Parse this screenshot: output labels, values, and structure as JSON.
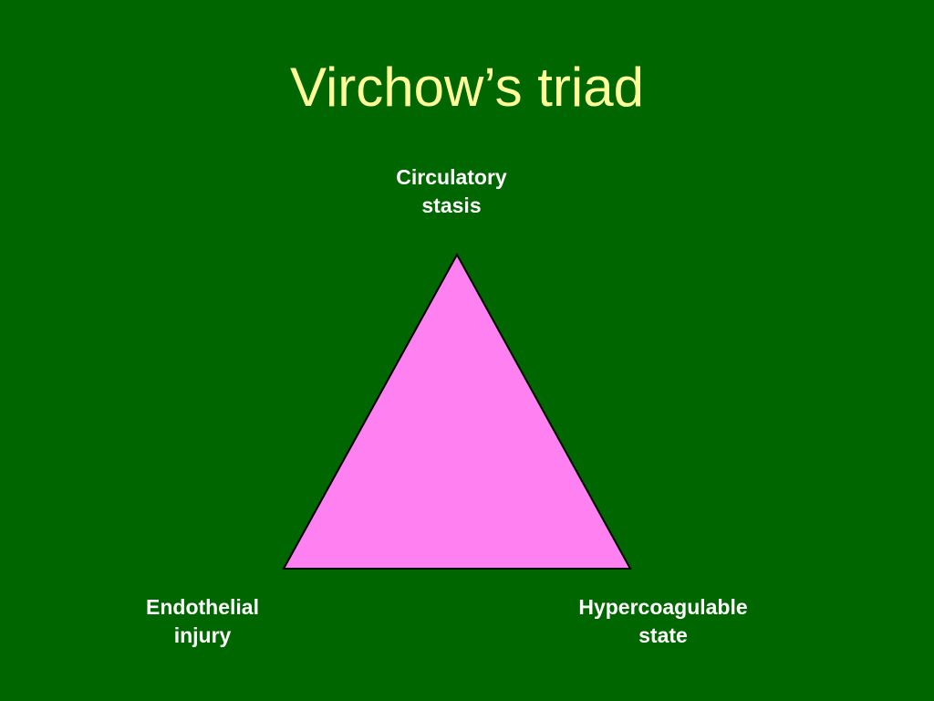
{
  "slide": {
    "title": "Virchow’s triad",
    "colors": {
      "background": "#006600",
      "title_text": "#ffff99",
      "label_text": "#ffffff",
      "triangle_fill": "#ff80f0",
      "triangle_stroke": "#000000"
    }
  },
  "diagram": {
    "vertices": {
      "top": {
        "line1": "Circulatory",
        "line2": "stasis"
      },
      "bottom_left": {
        "line1": "Endothelial",
        "line2": "injury"
      },
      "bottom_right": {
        "line1": "Hypercoagulable",
        "line2": "state"
      }
    }
  }
}
